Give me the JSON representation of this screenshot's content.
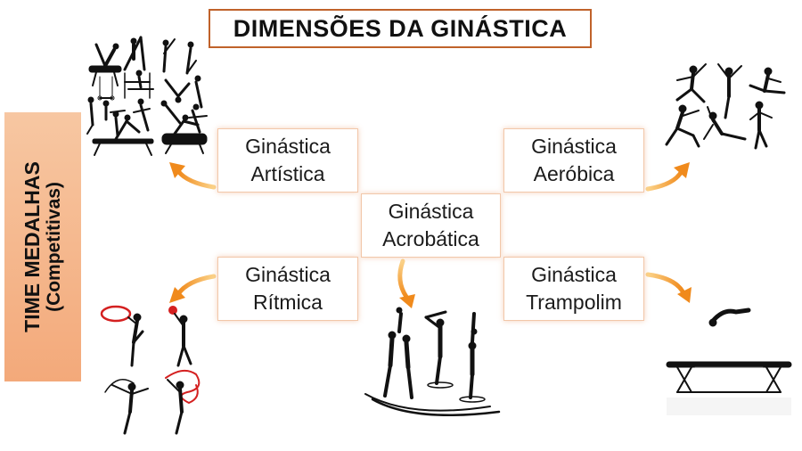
{
  "title": "DIMENSÕES DA GINÁSTICA",
  "side_label": {
    "line1": "TIME MEDALHAS",
    "line2": "(Competitivas)"
  },
  "nodes": {
    "artistica": {
      "line1": "Ginástica",
      "line2": "Artística"
    },
    "aerobica": {
      "line1": "Ginástica",
      "line2": "Aeróbica"
    },
    "acrobatica": {
      "line1": "Ginástica",
      "line2": "Acrobática"
    },
    "ritmica": {
      "line1": "Ginástica",
      "line2": "Rítmica"
    },
    "trampolim": {
      "line1": "Ginástica",
      "line2": "Trampolim"
    }
  },
  "colors": {
    "title_border": "#c0622a",
    "side_fill": "#f5b78d",
    "arrow": "#f39a2a",
    "node_border": "#f2c7a9",
    "silhouette": "#111111"
  }
}
